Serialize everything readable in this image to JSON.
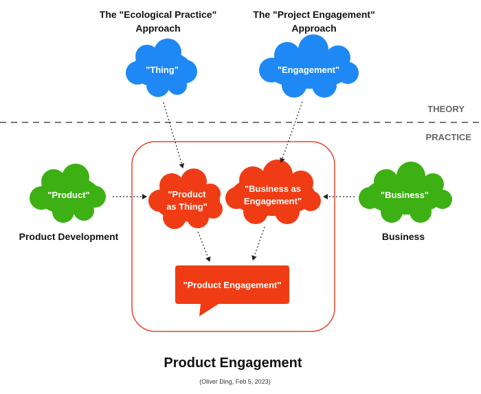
{
  "approaches": {
    "ecological": {
      "line1": "The \"Ecological Practice\"",
      "line2": "Approach"
    },
    "project": {
      "line1": "The \"Project Engagement\"",
      "line2": "Approach"
    }
  },
  "zones": {
    "theory": "THEORY",
    "practice": "PRACTICE"
  },
  "nodes": {
    "thing": "\"Thing\"",
    "engagement": "\"Engagement\"",
    "product": "\"Product\"",
    "business": "\"Business\"",
    "product_as_thing": {
      "line1": "\"Product",
      "line2": "as Thing\""
    },
    "business_as_engagement": {
      "line1": "\"Business as",
      "line2": "Engagement\""
    },
    "product_engagement": "\"Product Engagement\""
  },
  "side_labels": {
    "left": "Product Development",
    "right": "Business"
  },
  "title": "Product Engagement",
  "caption": "(Oliver Ding, Feb 5, 2023)",
  "colors": {
    "theory_cloud": "#1E88F5",
    "practice_side_cloud": "#3DB014",
    "core_cloud": "#F03C14",
    "frame": "#E8422A"
  }
}
